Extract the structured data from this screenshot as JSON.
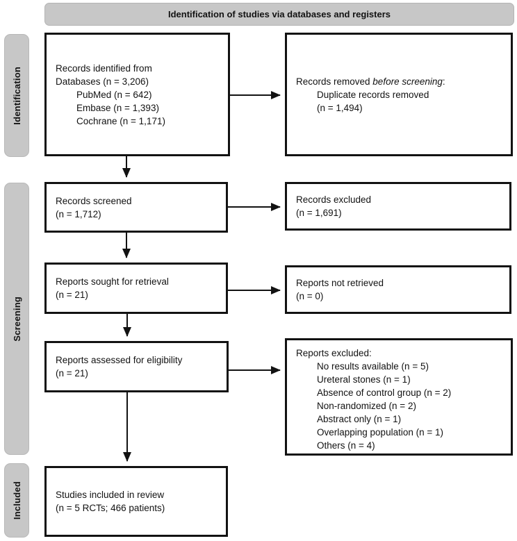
{
  "banner": {
    "title": "Identification of studies via databases and registers"
  },
  "sidebar": {
    "stages": [
      {
        "label": "Identification"
      },
      {
        "label": "Screening"
      },
      {
        "label": "Included"
      }
    ]
  },
  "boxes": {
    "records_identified": {
      "lines": [
        "Records identified from",
        "Databases (n = 3,206)"
      ],
      "sub_lines": [
        "PubMed (n = 642)",
        "Embase (n = 1,393)",
        "Cochrane (n = 1,171)"
      ]
    },
    "records_removed_before_screening": {
      "line_prefix": "Records removed ",
      "line_italic": "before screening",
      "line_suffix": ":",
      "sub_lines": [
        "Duplicate records removed",
        "(n = 1,494)"
      ]
    },
    "records_screened": {
      "lines": [
        "Records screened",
        "(n = 1,712)"
      ]
    },
    "records_excluded": {
      "lines": [
        "Records excluded",
        "(n = 1,691)"
      ]
    },
    "reports_sought": {
      "lines": [
        "Reports sought for retrieval",
        "(n = 21)"
      ]
    },
    "reports_not_retrieved": {
      "lines": [
        "Reports not retrieved",
        "(n = 0)"
      ]
    },
    "reports_assessed": {
      "lines": [
        "Reports assessed for eligibility",
        "(n = 21)"
      ]
    },
    "reports_excluded": {
      "title": "Reports excluded:",
      "reasons": [
        "No results available (n = 5)",
        "Ureteral stones (n = 1)",
        "Absence of control group (n = 2)",
        "Non-randomized (n = 2)",
        "Abstract only (n = 1)",
        "Overlapping population (n = 1)",
        "Others (n = 4)"
      ]
    },
    "studies_included": {
      "lines": [
        "Studies included in review",
        "(n = 5 RCTs; 466 patients)"
      ]
    }
  },
  "colors": {
    "stage_fill": "#c7c7c7",
    "box_background": "#ffffff",
    "box_border": "#121212",
    "arrow": "#121212",
    "text": "#121212"
  }
}
